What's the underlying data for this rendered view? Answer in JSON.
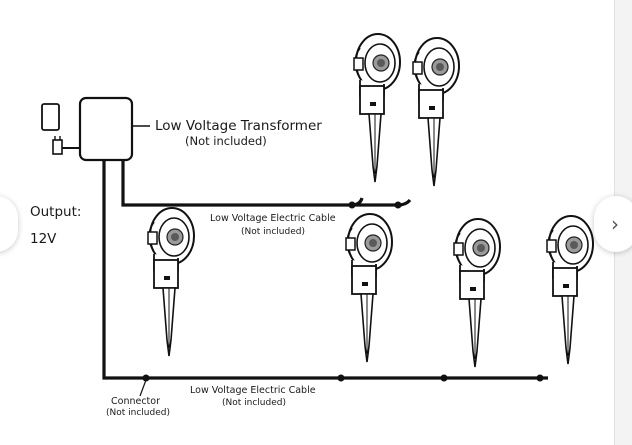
{
  "output_label": "Output:",
  "output_value": "12V",
  "transformer": {
    "label": "Low Voltage Transformer",
    "note": "(Not included)"
  },
  "upper_cable": {
    "label": "Low Voltage Electric Cable",
    "note": "(Not included)"
  },
  "lower_cable": {
    "label": "Low Voltage Electric Cable",
    "note": "(Not included)"
  },
  "connector": {
    "label": "Connector",
    "note": "(Not included)"
  },
  "navigation": {
    "prev_glyph": "‹",
    "next_glyph": "›"
  },
  "icons": {
    "prev": "chevron-left-icon",
    "next": "chevron-right-icon"
  },
  "colors": {
    "line": "#111111",
    "text": "#1a1a1a"
  }
}
